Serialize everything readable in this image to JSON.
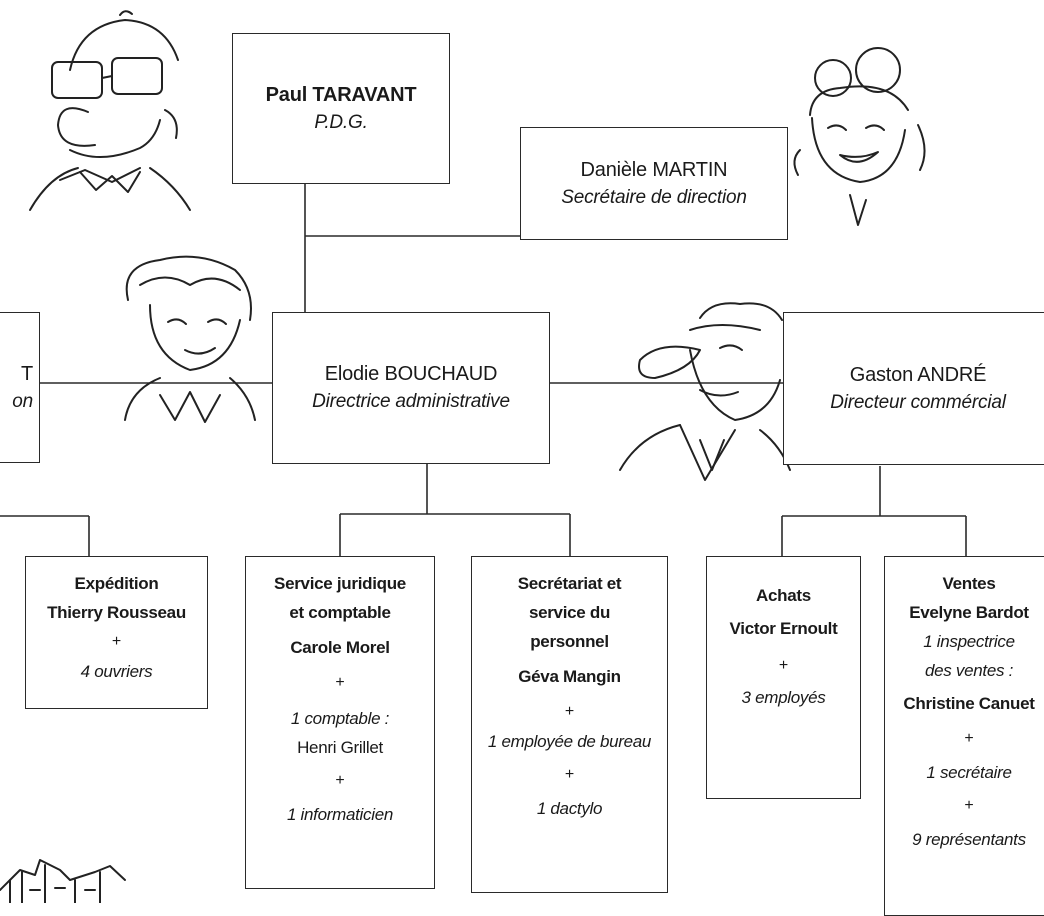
{
  "people": {
    "ceo": {
      "name": "Paul TARAVANT",
      "title": "P.D.G."
    },
    "secretary": {
      "name": "Danièle MARTIN",
      "title": "Secrétaire de direction"
    },
    "left_partial": {
      "name_fragment": "T",
      "title_fragment": "on"
    },
    "admin": {
      "name": "Elodie BOUCHAUD",
      "title": "Directrice administrative"
    },
    "sales": {
      "name": "Gaston ANDRÉ",
      "title": "Directeur commércial"
    }
  },
  "departments": {
    "expedition": {
      "title": "Expédition",
      "manager": "Thierry Rousseau",
      "plus": "+",
      "staff": "4 ouvriers"
    },
    "legal": {
      "title_line1": "Service juridique",
      "title_line2": "et comptable",
      "manager": "Carole Morel",
      "plus1": "+",
      "staff1": "1 comptable :",
      "staff1_name": "Henri Grillet",
      "plus2": "+",
      "staff2": "1 informaticien"
    },
    "secretariat": {
      "title_line1": "Secrétariat et",
      "title_line2": "service du",
      "title_line3": "personnel",
      "manager": "Géva Mangin",
      "plus1": "+",
      "staff1": "1 employée de bureau",
      "plus2": "+",
      "staff2": "1 dactylo"
    },
    "purchasing": {
      "title": "Achats",
      "manager": "Victor Ernoult",
      "plus": "+",
      "staff": "3 employés"
    },
    "sales_dept": {
      "title": "Ventes",
      "manager": "Evelyne Bardot",
      "staff1_line1": "1 inspectrice",
      "staff1_line2": "des ventes :",
      "staff1_name": "Christine Canuet",
      "plus1": "+",
      "staff2": "1 secrétaire",
      "plus2": "+",
      "staff3": "9 représentants"
    }
  },
  "colors": {
    "line": "#2a2a2a",
    "box_border": "#2a2a2a",
    "text": "#1a1a1a",
    "background": "#ffffff"
  }
}
